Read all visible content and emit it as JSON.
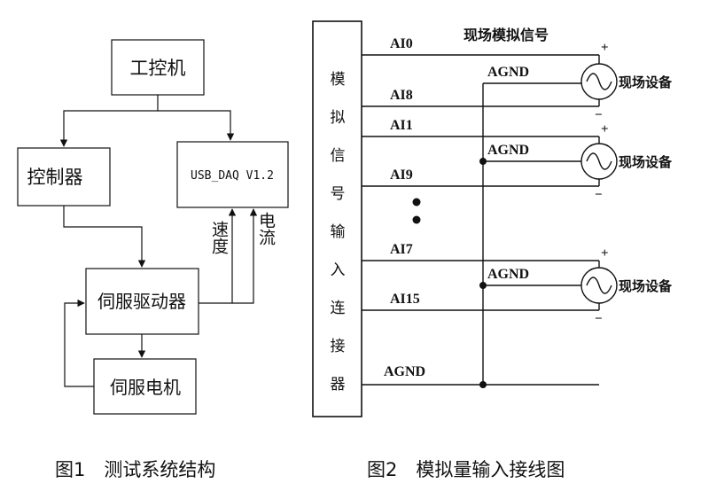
{
  "figure1": {
    "caption": "图1　测试系统结构",
    "boxes": {
      "ipc": "工控机",
      "controller": "控制器",
      "daq": "USB_DAQ V1.2",
      "servo_driver": "伺服驱动器",
      "servo_motor": "伺服电机"
    },
    "signals": {
      "speed": "速度",
      "current": "电流"
    }
  },
  "figure2": {
    "caption": "图2　模拟量输入接线图",
    "connector_label": "模拟信号输入连接器",
    "field_signal_label": "现场模拟信号",
    "channels": [
      "AI0",
      "AI8",
      "AI1",
      "AI9",
      "AI7",
      "AI15"
    ],
    "agnd": "AGND",
    "field_device": "现场设备",
    "plus": "+",
    "minus": "−"
  }
}
